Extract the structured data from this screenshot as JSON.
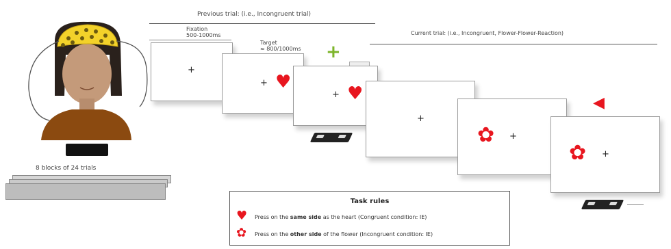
{
  "labels": {
    "previous_trial": "Previous trial: (i.e., Incongruent trial)",
    "current_trial": "Current trial: (i.e., Incongruent, Flower-Flower-Reaction)",
    "fixation_label": "Fixation\n500-1000ms",
    "target_label": "Target\n≈ 800/1000ms",
    "blocks": "8 blocks of 24 trials"
  },
  "task_rules": {
    "title": "Task rules",
    "heart_rule_prefix": "Press on the ",
    "heart_rule_bold": "same side",
    "heart_rule_suffix": " as the heart (Congruent condition: IE)",
    "flower_rule_prefix": "Press on the ",
    "flower_rule_bold": "other side",
    "flower_rule_suffix": " of the flower (Incongruent condition: IE)"
  },
  "glyphs": {
    "heart": "♥",
    "flower": "✿",
    "fixation": "+",
    "arrow": "◀"
  },
  "colors": {
    "stimulus_red": "#e8161f",
    "fixation_green": "#7db52b",
    "cap_yellow": "#f3d22a"
  }
}
